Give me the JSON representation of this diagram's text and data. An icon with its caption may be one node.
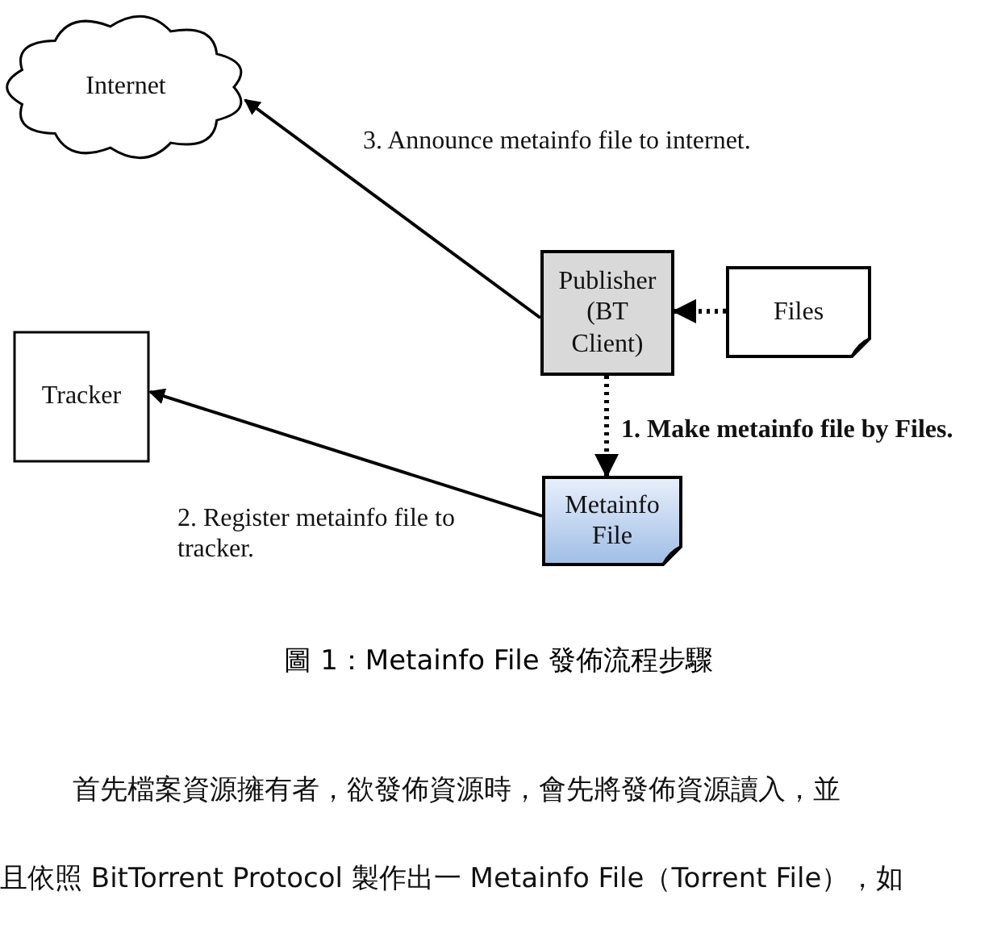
{
  "diagram": {
    "caption": "圖 1：Metainfo File 發佈流程步驟",
    "nodes": [
      {
        "text": [
          "Internet"
        ]
      },
      {
        "text": [
          "Publisher (BT Client)"
        ]
      },
      {
        "text": [
          "Files"
        ]
      },
      {
        "text": [
          "Tracker"
        ]
      },
      {
        "text": [
          "Metainfo File"
        ]
      }
    ],
    "edges": [
      {
        "from": 1,
        "to": 0,
        "arrow": "to",
        "label": "3. Announce metainfo file to internet."
      },
      {
        "from": 4,
        "to": 3,
        "arrow": "to",
        "label": "2. Register metainfo file to tracker."
      },
      {
        "from": 2,
        "to": 1,
        "arrow": "to",
        "style": "dashed"
      },
      {
        "from": 1,
        "to": 4,
        "arrow": "to",
        "style": "dashed",
        "label": "1. Make metainfo file by Files."
      }
    ],
    "labels": [
      "首先檔案資源擁有者，欲發佈資源時，會先將發佈資源讀入，並",
      "且依照 BitTorrent Protocol 製作出一 Metainfo File（Torrent File），如"
    ]
  }
}
